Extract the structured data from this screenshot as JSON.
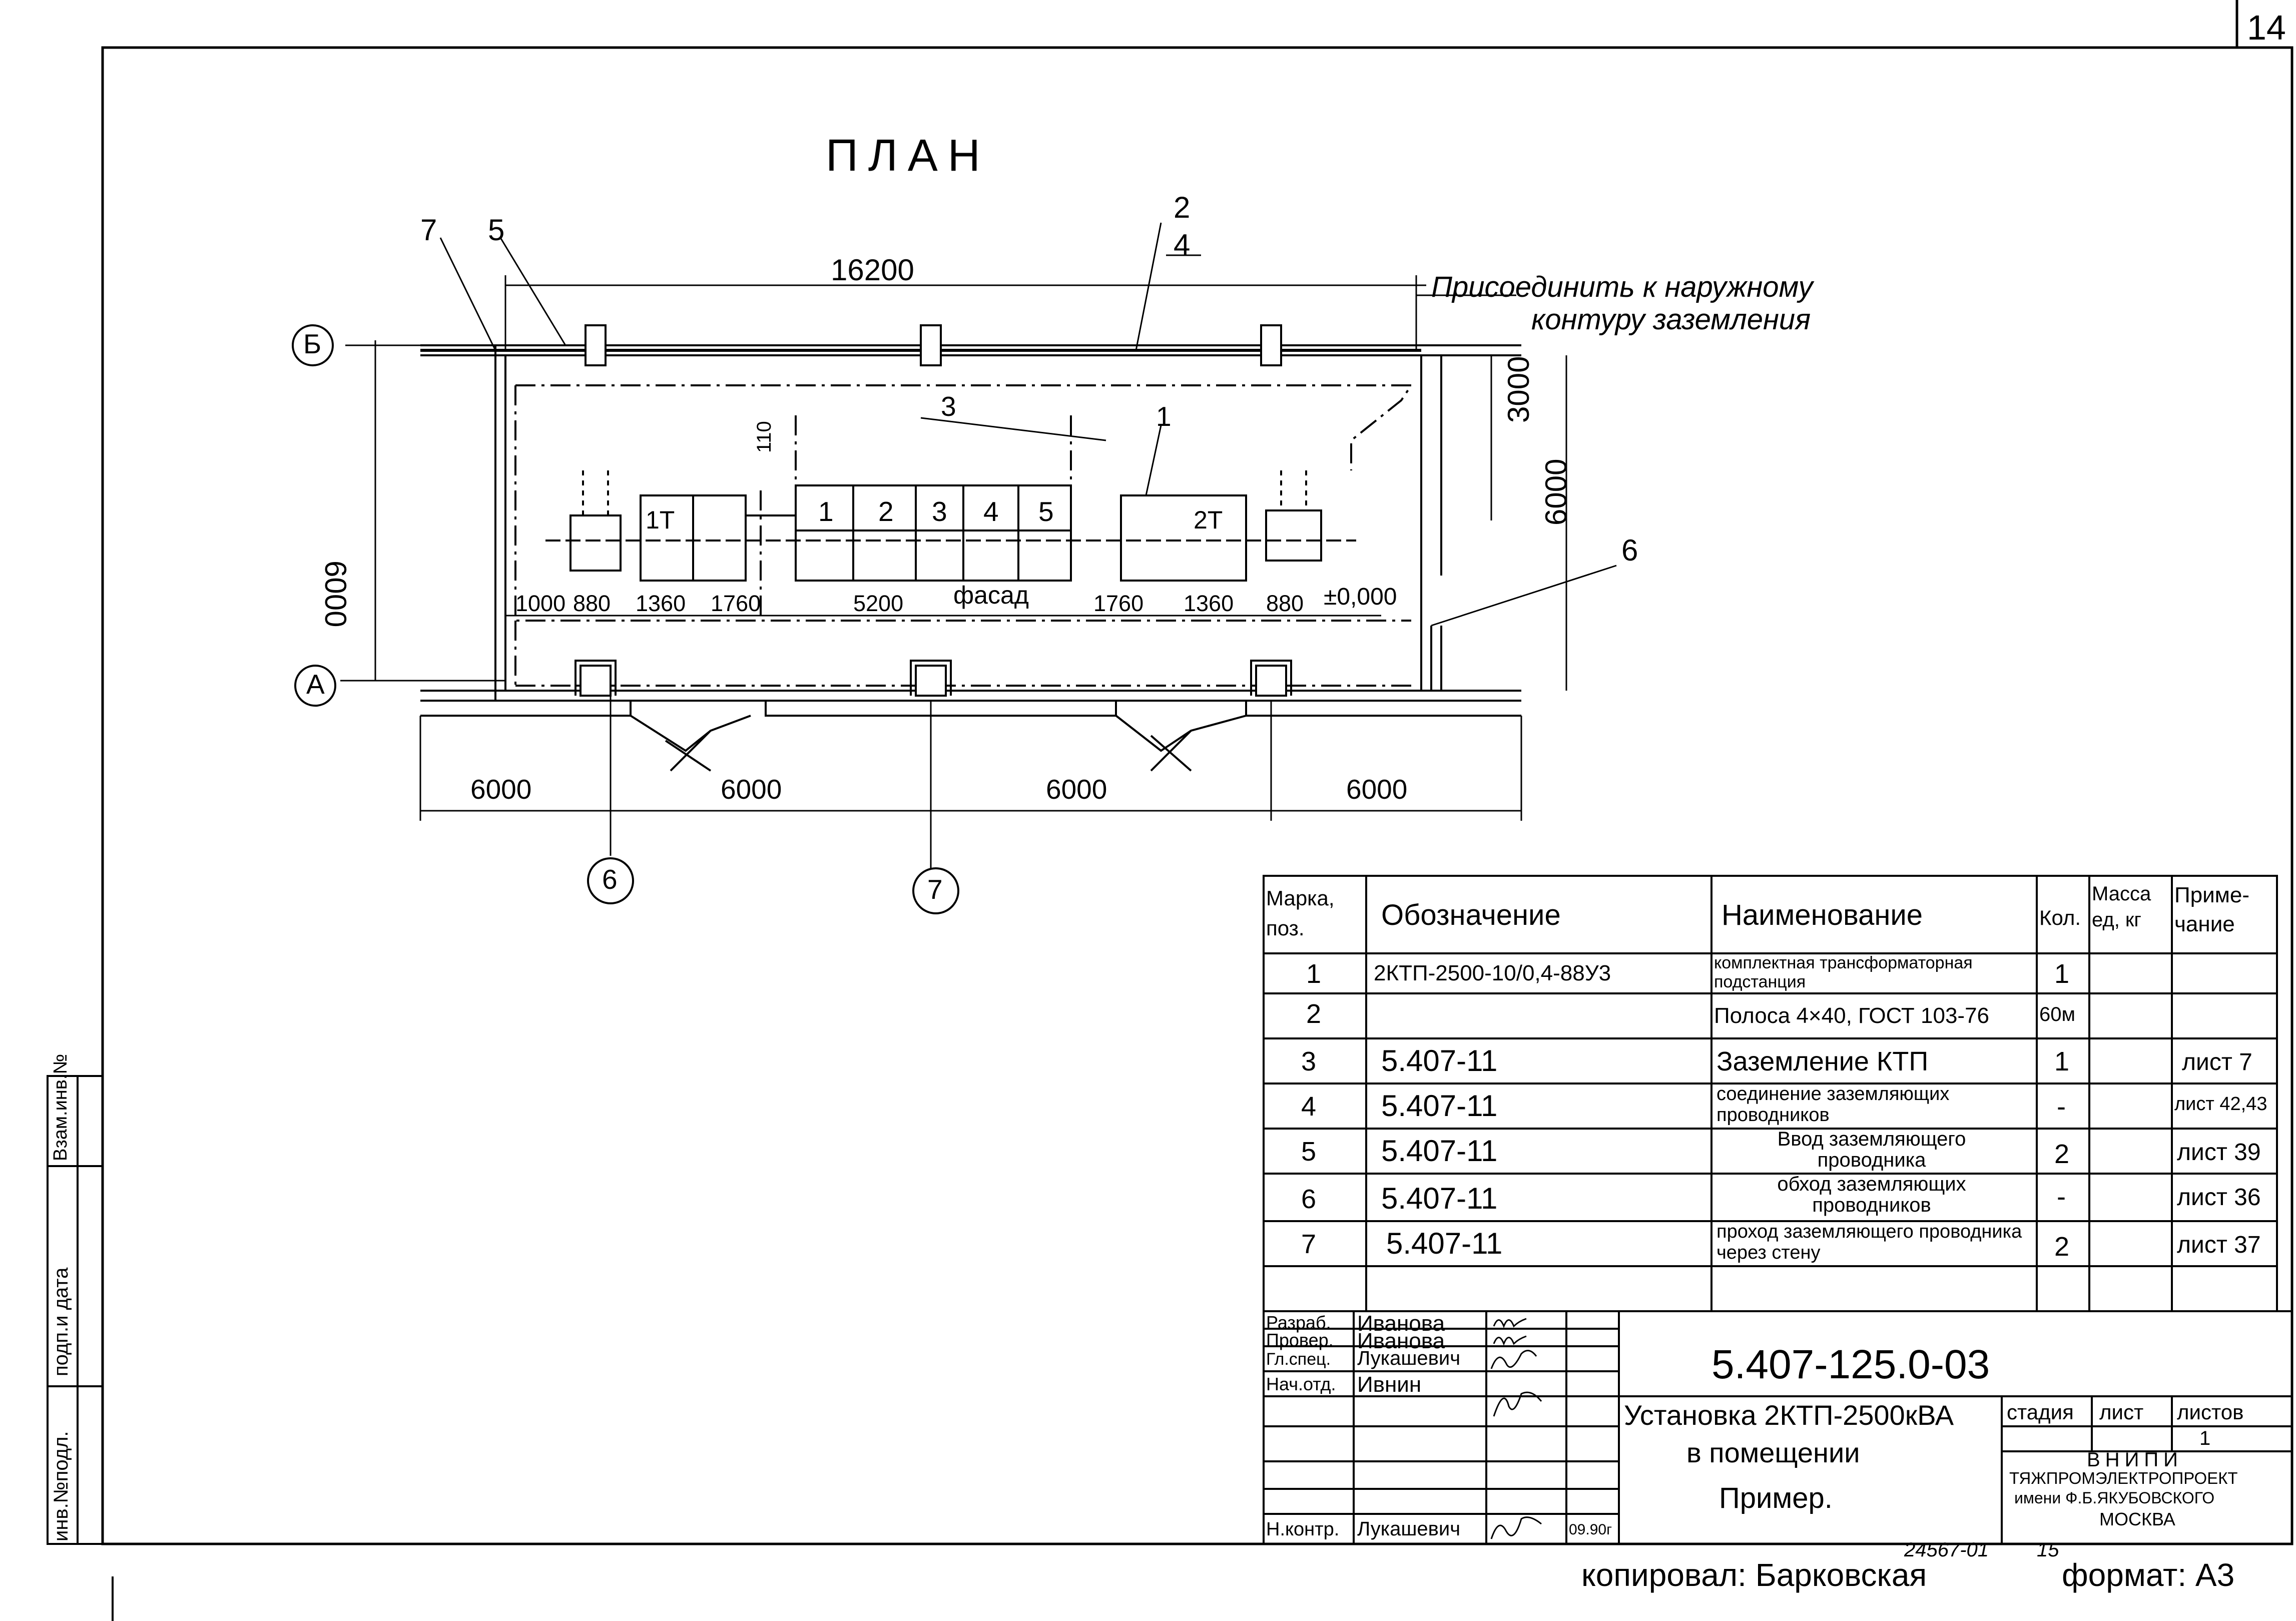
{
  "sheet": {
    "sheet_number": "14",
    "plan_title": "ПЛАН",
    "copied_by": "копировал: Барковская",
    "format": "формат: А3",
    "stamp_code": "24567-01",
    "stamp_page": "15"
  },
  "plan": {
    "overall_length": "16200",
    "overall_width_left": "6000",
    "overall_width_right": "6000",
    "inner_depth": "3000",
    "small_dim": "110",
    "level_mark": "±0,000",
    "facade_label": "фасад",
    "ground_note_line1": "Присоединить к наружному",
    "ground_note_line2": "контуру заземления",
    "callout_7": "7",
    "callout_5": "5",
    "callout_2": "2",
    "callout_2_sheet": "4",
    "callout_3": "3",
    "callout_1": "1",
    "callout_6": "6",
    "axis_b_row": "Б",
    "axis_a_row": "А",
    "axis_col_6": "6",
    "axis_col_7": "7",
    "transformer_1": "1Т",
    "transformer_2": "2Т",
    "cabinets": [
      "1",
      "2",
      "3",
      "4",
      "5"
    ],
    "bottom_dims": [
      "1000",
      "880",
      "1360",
      "1760",
      "5200",
      "1760",
      "1360",
      "880"
    ],
    "bay_dims": [
      "6000",
      "6000",
      "6000",
      "6000"
    ]
  },
  "spec_table": {
    "headers": [
      "Марка, поз.",
      "Обозначение",
      "Наименование",
      "Кол.",
      "Масса ед, кг",
      "Приме- чание"
    ],
    "rows": [
      {
        "pos": "1",
        "code": "2КТП-2500-10/0,4-88У3",
        "name": "комплектная трансформаторная подстанция",
        "qty": "1",
        "mass": "",
        "note": ""
      },
      {
        "pos": "2",
        "code": "",
        "name": "Полоса 4×40, ГОСТ 103-76",
        "qty": "60м",
        "mass": "",
        "note": ""
      },
      {
        "pos": "3",
        "code": "5.407-11",
        "name": "Заземление КТП",
        "qty": "1",
        "mass": "",
        "note": "лист 7"
      },
      {
        "pos": "4",
        "code": "5.407-11",
        "name": "соединение заземляющих проводников",
        "qty": "-",
        "mass": "",
        "note": "лист 42,43"
      },
      {
        "pos": "5",
        "code": "5.407-11",
        "name": "Ввод заземляющего проводника",
        "qty": "2",
        "mass": "",
        "note": "лист 39"
      },
      {
        "pos": "6",
        "code": "5.407-11",
        "name": "обход заземляющих проводников",
        "qty": "-",
        "mass": "",
        "note": "лист 36"
      },
      {
        "pos": "7",
        "code": "5.407-11",
        "name": "проход заземляющего проводника через стену",
        "qty": "2",
        "mass": "",
        "note": "лист 37"
      }
    ]
  },
  "title_block": {
    "doc_code": "5.407-125.0-03",
    "title_line1": "Установка 2КТП-2500кВА",
    "title_line2": "в помещении",
    "title_line3": "Пример.",
    "stage_label": "стадия",
    "sheet_label": "лист",
    "sheets_label": "листов",
    "sheets_value": "1",
    "org_line1": "ВНИПИ",
    "org_line2": "ТЯЖПРОМЭЛЕКТРОПРОЕКТ",
    "org_line3": "имени Ф.Б.ЯКУБОВСКОГО",
    "org_line4": "МОСКВА",
    "signers": [
      {
        "role": "Разраб.",
        "name": "Иванова"
      },
      {
        "role": "Провер.",
        "name": "Иванова"
      },
      {
        "role": "Гл.спец.",
        "name": "Лукашевич"
      },
      {
        "role": "Нач.отд.",
        "name": "Ивнин"
      },
      {
        "role": "Н.контр.",
        "name": "Лукашевич"
      }
    ],
    "ncontr_date": "09.90г"
  },
  "side_stamp": {
    "inv_podl": "инв.№подл.",
    "podp_data": "подп.и дата",
    "vzam_inv": "Взам.инв.№"
  }
}
